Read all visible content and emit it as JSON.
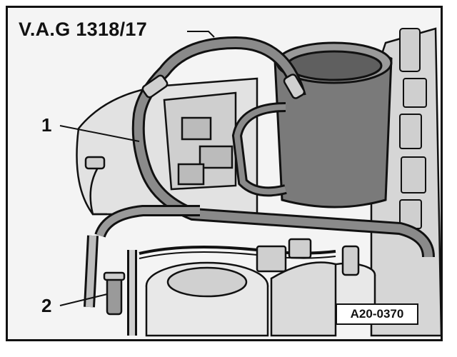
{
  "labels": {
    "tool": "V.A.G 1318/17",
    "callout_1": "1",
    "callout_2": "2",
    "reference": "A20-0370"
  },
  "colors": {
    "ink": "#111111",
    "hose_fill": "#8a8a8a",
    "cup_fill": "#7a7a7a",
    "background": "#f4f4f4"
  }
}
